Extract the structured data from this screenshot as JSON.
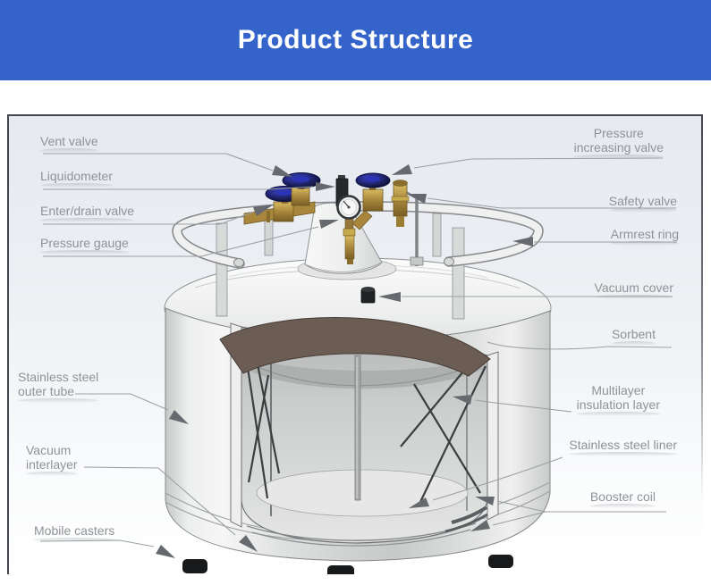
{
  "banner": {
    "title": "Product Structure"
  },
  "diagram": {
    "labels": [
      {
        "id": "vent-valve",
        "text": "Vent valve"
      },
      {
        "id": "liquidometer",
        "text": "Liquidometer"
      },
      {
        "id": "enter-drain-valve",
        "text": "Enter/drain valve"
      },
      {
        "id": "pressure-gauge",
        "text": "Pressure gauge"
      },
      {
        "id": "stainless-steel-outer-tube",
        "text": "Stainless steel\nouter tube"
      },
      {
        "id": "vacuum-interlayer",
        "text": "Vacuum\ninterlayer"
      },
      {
        "id": "mobile-casters",
        "text": "Mobile casters"
      },
      {
        "id": "pressure-increasing-valve",
        "text": "Pressure\nincreasing valve"
      },
      {
        "id": "safety-valve",
        "text": "Safety valve"
      },
      {
        "id": "armrest-ring",
        "text": "Armrest ring"
      },
      {
        "id": "vacuum-cover",
        "text": "Vacuum cover"
      },
      {
        "id": "sorbent",
        "text": "Sorbent"
      },
      {
        "id": "multilayer-insulation-layer",
        "text": "Multilayer\ninsulation layer"
      },
      {
        "id": "stainless-steel-liner",
        "text": "Stainless steel liner"
      },
      {
        "id": "booster-coil",
        "text": "Booster coil"
      }
    ]
  },
  "colors": {
    "banner_bg": "#3463c9",
    "banner_text": "#ffffff",
    "label_text": "#8f9296",
    "leader_line": "#9ba0a4",
    "arrow_fill": "#66696d",
    "panel_border": "#43464c",
    "sorbent_brown": "#6c5d54",
    "valve_handle_navy": "#1c2291",
    "brass": "#b08f42"
  }
}
